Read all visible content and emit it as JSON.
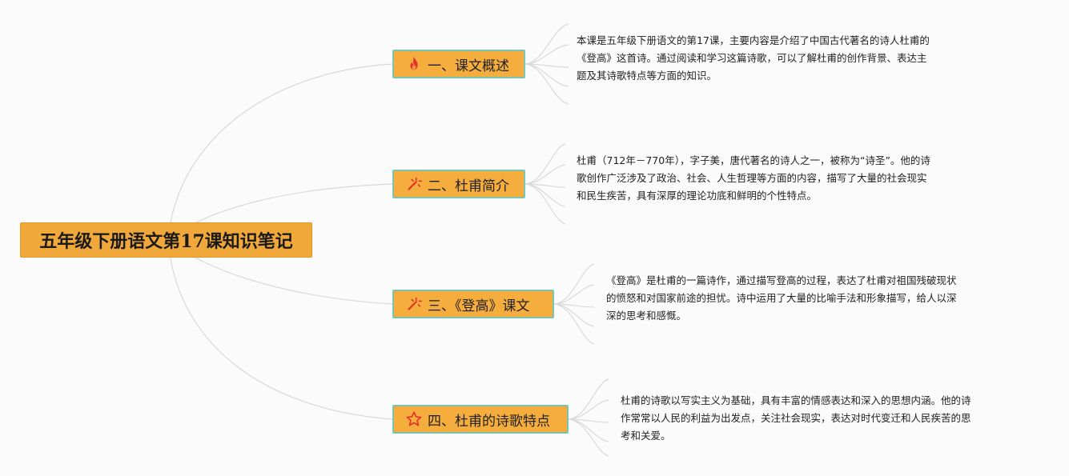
{
  "root": {
    "title": "五年级下册语文第17课知识笔记"
  },
  "branches": [
    {
      "label": "一、课文概述",
      "icon": "fire-icon",
      "lines": [
        "本课是五年级下册语文的第17课，主要内容是介绍了中国古代著名的诗人杜甫的",
        "《登高》这首诗。通过阅读和学习这篇诗歌，可以了解杜甫的创作背景、表达主",
        "题及其诗歌特点等方面的知识。"
      ]
    },
    {
      "label": "二、杜甫简介",
      "icon": "sparkle-icon",
      "lines": [
        "杜甫（712年－770年），字子美，唐代著名的诗人之一，被称为“诗圣”。他的诗",
        "歌创作广泛涉及了政治、社会、人生哲理等方面的内容，描写了大量的社会现实",
        "和民生疾苦，具有深厚的理论功底和鲜明的个性特点。"
      ]
    },
    {
      "label": "三、《登高》课文",
      "icon": "sparkle-icon",
      "lines": [
        "《登高》是杜甫的一篇诗作，通过描写登高的过程，表达了杜甫对祖国残破现状",
        "的愤怒和对国家前途的担忧。诗中运用了大量的比喻手法和形象描写，给人以深",
        "深的思考和感慨。"
      ]
    },
    {
      "label": "四、杜甫的诗歌特点",
      "icon": "star-icon",
      "lines": [
        "杜甫的诗歌以写实主义为基础，具有丰富的情感表达和深入的思想内涵。他的诗",
        "作常常以人民的利益为出发点，关注社会现实，表达对时代变迁和人民疾苦的思",
        "考和关爱。"
      ]
    }
  ],
  "colors": {
    "node_fill": "#f5ad3e",
    "node_border": "#7bc3b3",
    "connector": "#d9d9d9",
    "icon_red": "#e4322b"
  }
}
